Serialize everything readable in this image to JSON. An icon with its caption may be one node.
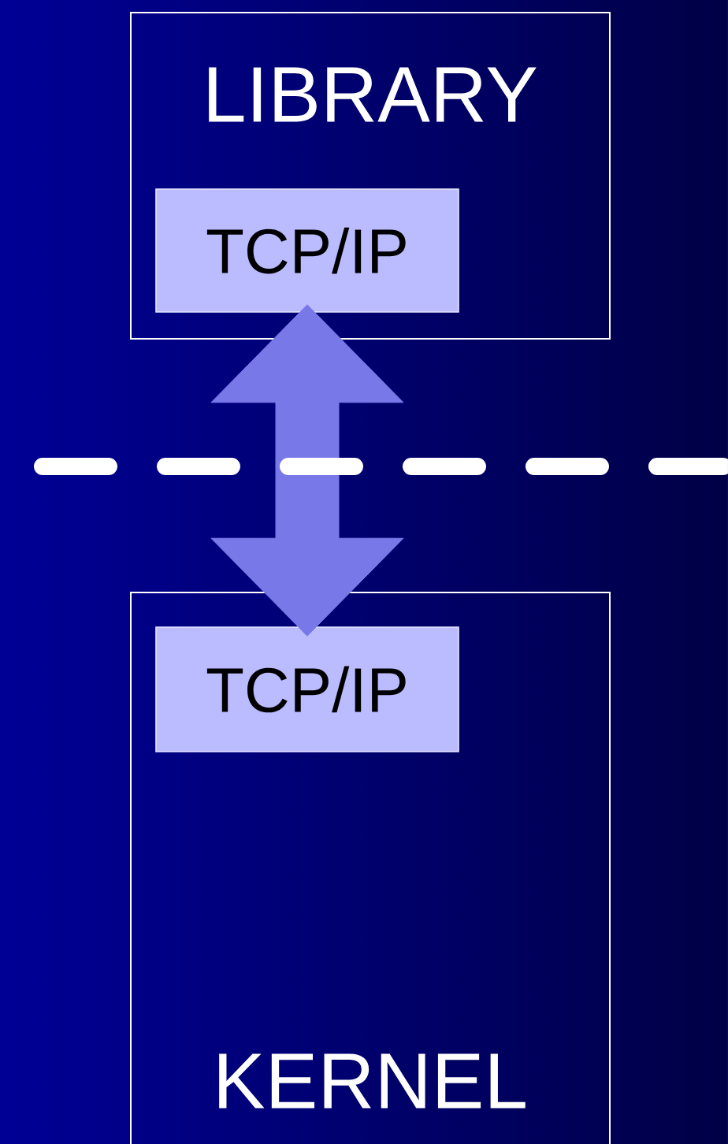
{
  "diagram": {
    "nodes": [
      {
        "text": [
          "LIBRARY"
        ]
      },
      {
        "text": [
          "TCP/IP"
        ],
        "in": 0
      },
      {
        "text": [
          "KERNEL"
        ]
      },
      {
        "text": [
          "TCP/IP"
        ],
        "in": 2
      }
    ],
    "edges": [
      {
        "from": 1,
        "to": 3,
        "arrow": "both"
      }
    ]
  }
}
